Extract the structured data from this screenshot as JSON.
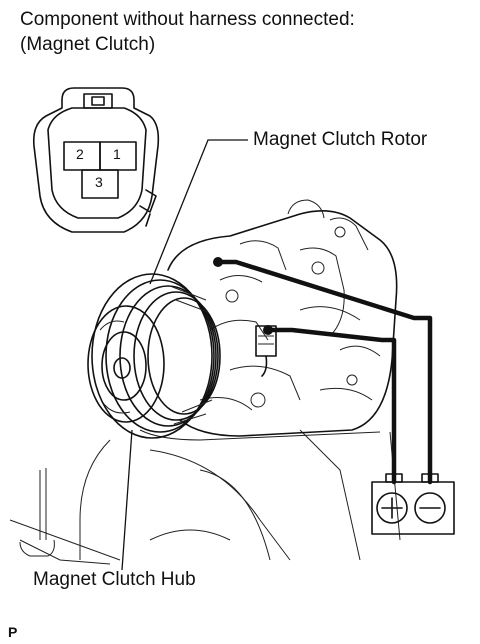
{
  "header": {
    "line1": "Component without harness connected:",
    "line2": "(Magnet Clutch)"
  },
  "connector": {
    "pins": [
      "2",
      "1",
      "3"
    ]
  },
  "labels": {
    "rotor": "Magnet Clutch Rotor",
    "hub": "Magnet Clutch Hub",
    "code": "P"
  },
  "battery": {
    "positive_icon": "plus-terminal-icon",
    "negative_icon": "minus-terminal-icon"
  }
}
